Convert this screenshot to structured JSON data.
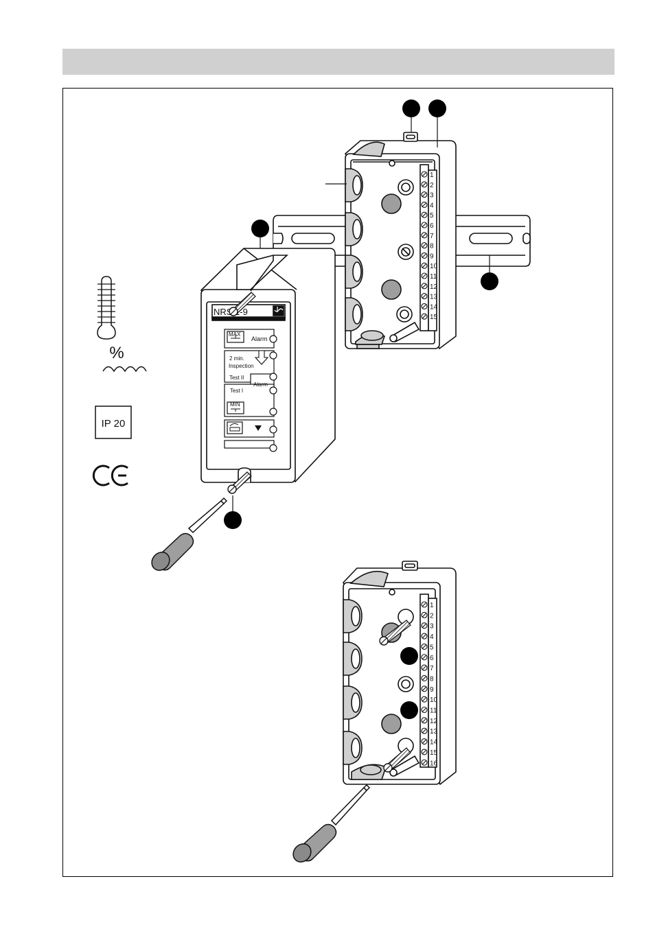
{
  "colors": {
    "header_bar": "#d0d0d0",
    "line": "#111111",
    "gray_fill": "#9e9e9e",
    "light_gray": "#cfcfcf",
    "callout": "#000000"
  },
  "device": {
    "model_label": "NRS 1-9",
    "max_label": "MAX",
    "min_label": "MIN",
    "alarm_1": "Alarm",
    "alarm_2": "Alarm",
    "time_label": "2 min.",
    "inspection_label": "Inspection",
    "test_2": "Test II",
    "test_1": "Test I"
  },
  "terminals_top": [
    "1",
    "2",
    "3",
    "4",
    "5",
    "6",
    "7",
    "8",
    "9",
    "10",
    "11",
    "12",
    "13",
    "14",
    "15"
  ],
  "terminals_bottom": [
    "1",
    "2",
    "3",
    "4",
    "5",
    "6",
    "7",
    "8",
    "9",
    "10",
    "11",
    "12",
    "13",
    "14",
    "15",
    "16"
  ],
  "symbols": {
    "humidity": "%",
    "protection": "IP 20",
    "conformity": "CE"
  },
  "icons": [
    "thermometer-icon",
    "humidity-icon",
    "ce-mark-icon",
    "screwdriver-icon",
    "alarm-led-icon"
  ]
}
